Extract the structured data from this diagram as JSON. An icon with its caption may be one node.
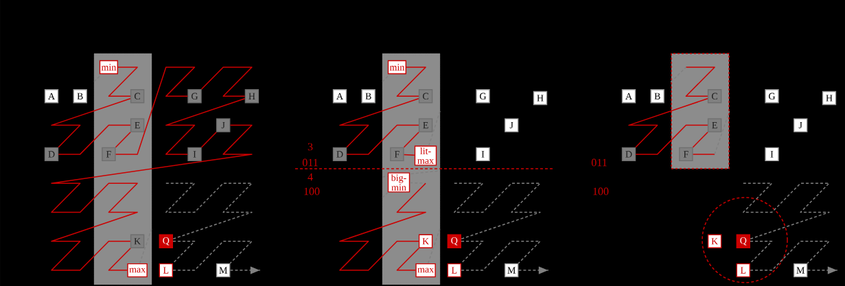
{
  "diagram": {
    "nodes": [
      {
        "text": [],
        "shape": "box"
      },
      {
        "text": [
          "min"
        ],
        "in": 0
      },
      {
        "text": [
          "A"
        ]
      },
      {
        "text": [
          "B"
        ]
      },
      {
        "text": [
          "C"
        ],
        "in": 0
      },
      {
        "text": [
          "G"
        ]
      },
      {
        "text": [
          "H"
        ]
      },
      {
        "text": [
          "E"
        ],
        "in": 0
      },
      {
        "text": [
          "J"
        ]
      },
      {
        "text": [
          "D"
        ]
      },
      {
        "text": [
          "F"
        ],
        "in": 0
      },
      {
        "text": [
          "I"
        ]
      },
      {
        "text": [
          "K"
        ],
        "in": 0
      },
      {
        "text": [
          "Q"
        ]
      },
      {
        "text": [
          "max"
        ],
        "in": 0
      },
      {
        "text": [
          "L"
        ]
      },
      {
        "text": [
          "M"
        ]
      },
      {
        "text": [],
        "shape": "box"
      },
      {
        "text": [
          "min"
        ],
        "in": 17
      },
      {
        "text": [
          "A"
        ]
      },
      {
        "text": [
          "B"
        ]
      },
      {
        "text": [
          "C"
        ],
        "in": 17
      },
      {
        "text": [
          "G"
        ]
      },
      {
        "text": [
          "H"
        ]
      },
      {
        "text": [
          "E"
        ],
        "in": 17
      },
      {
        "text": [
          "J"
        ]
      },
      {
        "text": [
          "D"
        ]
      },
      {
        "text": [
          "F"
        ],
        "in": 17
      },
      {
        "text": [
          "lit-max"
        ],
        "in": 17
      },
      {
        "text": [
          "I"
        ]
      },
      {
        "text": [
          "big-min"
        ],
        "in": 17
      },
      {
        "text": [
          "K"
        ],
        "in": 17
      },
      {
        "text": [
          "Q"
        ]
      },
      {
        "text": [
          "max"
        ],
        "in": 17
      },
      {
        "text": [
          "L"
        ]
      },
      {
        "text": [
          "M"
        ]
      },
      {
        "text": [],
        "shape": "box"
      },
      {
        "text": [
          "A"
        ]
      },
      {
        "text": [
          "B"
        ]
      },
      {
        "text": [
          "C"
        ],
        "in": 36
      },
      {
        "text": [
          "G"
        ]
      },
      {
        "text": [
          "H"
        ]
      },
      {
        "text": [
          "E"
        ],
        "in": 36
      },
      {
        "text": [
          "J"
        ]
      },
      {
        "text": [
          "D"
        ]
      },
      {
        "text": [
          "F"
        ],
        "in": 36
      },
      {
        "text": [
          "I"
        ]
      },
      {
        "text": [],
        "shape": "circle"
      },
      {
        "text": [
          "K"
        ],
        "in": 47
      },
      {
        "text": [
          "Q"
        ],
        "in": 47
      },
      {
        "text": [
          "L"
        ],
        "in": 47
      },
      {
        "text": [
          "M"
        ]
      }
    ],
    "edges": [
      {
        "from": null,
        "to": 1,
        "arrow": "none",
        "style": "dashed",
        "color": "#808080"
      },
      {
        "from": 1,
        "to": 4,
        "arrow": "none"
      },
      {
        "from": 4,
        "to": 9,
        "arrow": "none"
      },
      {
        "from": 9,
        "to": 7,
        "arrow": "none"
      },
      {
        "from": 7,
        "to": 10,
        "arrow": "none"
      },
      {
        "from": 10,
        "to": 5,
        "arrow": "none"
      },
      {
        "from": 5,
        "to": 6,
        "arrow": "none"
      },
      {
        "from": 6,
        "to": 11,
        "arrow": "none"
      },
      {
        "from": 11,
        "to": 8,
        "arrow": "none"
      },
      {
        "from": 8,
        "to": 12,
        "arrow": "none"
      },
      {
        "from": 12,
        "to": 14,
        "arrow": "none"
      },
      {
        "from": 14,
        "to": null,
        "arrow": "none",
        "style": "dashed",
        "color": "#808080"
      },
      {
        "from": null,
        "to": 13,
        "arrow": "none",
        "style": "dashed",
        "color": "#808080"
      },
      {
        "from": 13,
        "to": 15,
        "arrow": "none",
        "style": "dashed",
        "color": "#808080"
      },
      {
        "from": 15,
        "to": 16,
        "arrow": "none",
        "style": "dashed",
        "color": "#808080"
      },
      {
        "from": 16,
        "to": null,
        "arrow": "to",
        "style": "dashed",
        "color": "#808080"
      },
      {
        "from": null,
        "to": 18,
        "arrow": "none",
        "style": "dashed",
        "color": "#808080"
      },
      {
        "from": 18,
        "to": 21,
        "arrow": "none"
      },
      {
        "from": 21,
        "to": 26,
        "arrow": "none"
      },
      {
        "from": 26,
        "to": 24,
        "arrow": "none"
      },
      {
        "from": 24,
        "to": 27,
        "arrow": "none"
      },
      {
        "from": 27,
        "to": 28,
        "arrow": "none"
      },
      {
        "from": 28,
        "to": null,
        "arrow": "none",
        "style": "dashed",
        "color": "#808080"
      },
      {
        "from": null,
        "to": 30,
        "arrow": "none",
        "style": "dashed",
        "color": "#808080"
      },
      {
        "from": 30,
        "to": null,
        "arrow": "none",
        "style": "dashed",
        "color": "#808080"
      },
      {
        "from": null,
        "to": 31,
        "arrow": "none"
      },
      {
        "from": 31,
        "to": 33,
        "arrow": "none"
      },
      {
        "from": 33,
        "to": null,
        "arrow": "none",
        "style": "dashed",
        "color": "#808080"
      },
      {
        "from": null,
        "to": 32,
        "arrow": "none",
        "style": "dashed",
        "color": "#808080"
      },
      {
        "from": 32,
        "to": 34,
        "arrow": "none",
        "style": "dashed",
        "color": "#808080"
      },
      {
        "from": 34,
        "to": 35,
        "arrow": "none",
        "style": "dashed",
        "color": "#808080"
      },
      {
        "from": 35,
        "to": null,
        "arrow": "to",
        "style": "dashed",
        "color": "#808080"
      },
      {
        "from": null,
        "to": 39,
        "arrow": "none"
      },
      {
        "from": 39,
        "to": 44,
        "arrow": "none"
      },
      {
        "from": 44,
        "to": 42,
        "arrow": "none"
      },
      {
        "from": 42,
        "to": 45,
        "arrow": "none"
      },
      {
        "from": 45,
        "to": null,
        "arrow": "none"
      },
      {
        "from": null,
        "to": 49,
        "arrow": "none",
        "style": "dashed",
        "color": "#808080"
      },
      {
        "from": 49,
        "to": 50,
        "arrow": "none",
        "style": "dashed",
        "color": "#808080"
      },
      {
        "from": 50,
        "to": 51,
        "arrow": "none",
        "style": "dashed",
        "color": "#808080"
      },
      {
        "from": 51,
        "to": null,
        "arrow": "to",
        "style": "dashed",
        "color": "#808080"
      },
      {
        "from": 36,
        "to": null,
        "arrow": "none",
        "style": "dashed",
        "color": "#808080"
      },
      {
        "from": null,
        "to": 36,
        "arrow": "none",
        "style": "dashed",
        "color": "#808080"
      }
    ],
    "labels": [
      "3",
      "011",
      "4",
      "100",
      "011",
      "100"
    ]
  }
}
